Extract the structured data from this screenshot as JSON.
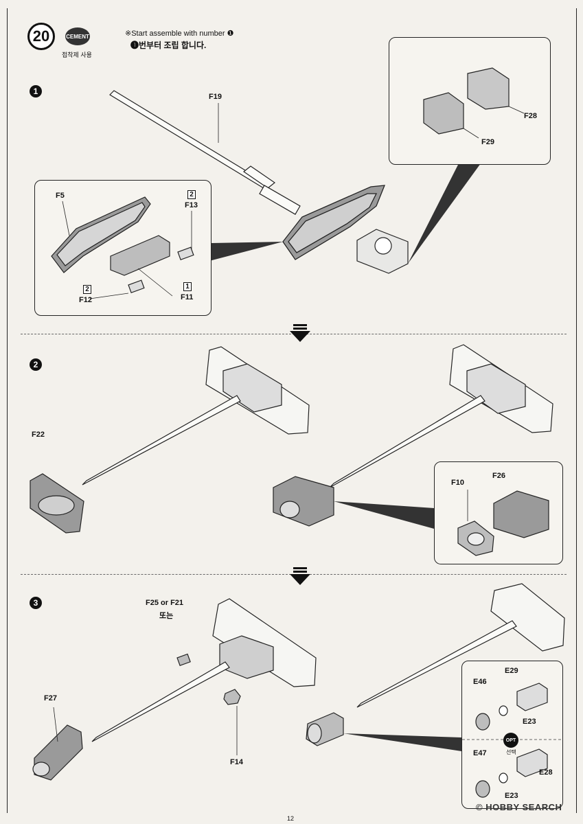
{
  "header": {
    "step_number": "20",
    "cement_label": "CEMENT",
    "cement_kr": "접착제 사용",
    "note_en": "※Start assemble with number ❶",
    "note_kr": "❶번부터 조립 합니다."
  },
  "sections": {
    "s1": "1",
    "s2": "2",
    "s3": "3"
  },
  "parts": {
    "f19": "F19",
    "f5": "F5",
    "f13": "F13",
    "f12": "F12",
    "f11": "F11",
    "f28a": "F28",
    "f29": "F29",
    "f22": "F22",
    "f10": "F10",
    "f26": "F26",
    "f25f21": "F25 or F21",
    "f25f21_kr": "또는",
    "f27": "F27",
    "f14": "F14",
    "e29": "E29",
    "e46": "E46",
    "e23a": "E23",
    "e47": "E47",
    "e23b": "E23",
    "e28": "E28"
  },
  "quantities": {
    "f13_qty": "2",
    "f12_qty": "2",
    "f11_qty": "1"
  },
  "opt_badge": "OPT",
  "opt_kr": "선택",
  "footer": {
    "page_number": "12",
    "watermark": "© HOBBY SEARCH"
  }
}
